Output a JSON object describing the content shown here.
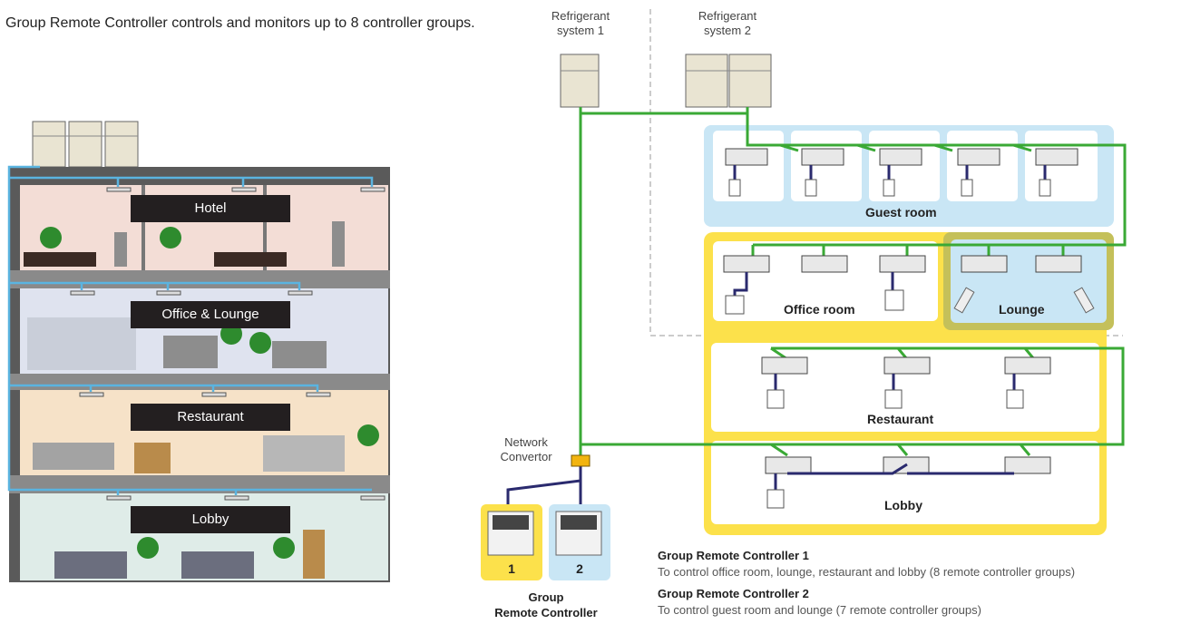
{
  "intro_text": "Group Remote Controller controls and monitors up to 8 controller groups.",
  "building": {
    "floors": [
      "Hotel",
      "Office & Lounge",
      "Restaurant",
      "Lobby"
    ]
  },
  "systems": {
    "refrigerant_1": [
      "Refrigerant",
      "system 1"
    ],
    "refrigerant_2": [
      "Refrigerant",
      "system 2"
    ],
    "network_convertor": [
      "Network",
      "Convertor"
    ]
  },
  "zones": {
    "guest_room": "Guest room",
    "office_room": "Office room",
    "lounge": "Lounge",
    "restaurant": "Restaurant",
    "lobby": "Lobby"
  },
  "controllers": {
    "num1": "1",
    "num2": "2",
    "group_label": [
      "Group",
      "Remote Controller"
    ]
  },
  "legend": [
    {
      "title": "Group Remote Controller 1",
      "desc": "To control office room, lounge, restaurant and lobby (8 remote controller groups)"
    },
    {
      "title": "Group Remote Controller 2",
      "desc": "To control guest room and lounge (7 remote controller groups)"
    }
  ],
  "colors": {
    "green_line": "#3aa935",
    "pipe_blue": "#5ab4e0",
    "zone_blue": "#c9e6f5",
    "zone_yellow": "#fce14b",
    "lounge_green": "#c4c05a",
    "wire_navy": "#2a2a6e"
  }
}
